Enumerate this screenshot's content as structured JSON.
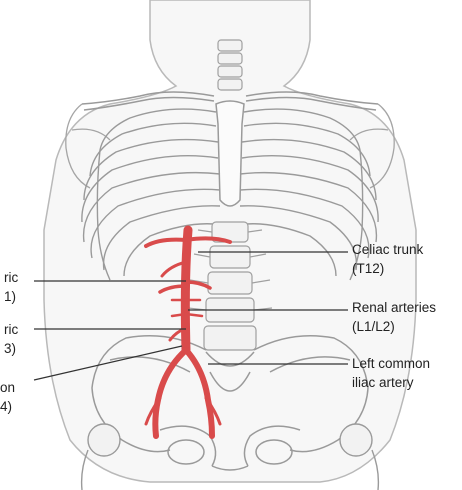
{
  "labels": {
    "celiac_trunk": {
      "line1": "Celiac trunk",
      "line2": "(T12)"
    },
    "renal_arteries": {
      "line1": "Renal arteries",
      "line2": "(L1/L2)"
    },
    "left_common_iliac": {
      "line1": "Left common",
      "line2": "iliac artery"
    },
    "left_cut_1": {
      "line1": "ric",
      "line2": "1)"
    },
    "left_cut_2": {
      "line1": "ric",
      "line2": "3)"
    },
    "left_cut_3": {
      "line1": "on",
      "line2": "4)"
    }
  },
  "colors": {
    "artery": "#d94b4b",
    "bone_outline": "#9a9a9a",
    "body_outline": "#b9b9b9",
    "body_fill": "#f7f7f7",
    "leader_line": "#333333"
  }
}
